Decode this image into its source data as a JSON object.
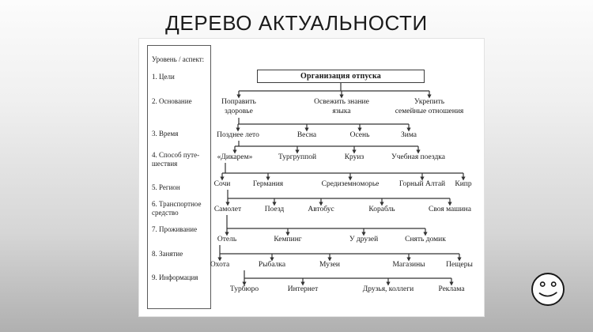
{
  "title": "ДЕРЕВО АКТУАЛЬНОСТИ",
  "sidebar": {
    "header": "Уровень / аспект:",
    "items": [
      "1. Цели",
      "2. Основание",
      "3. Время",
      "4. Способ путе-\nшествия",
      "5. Регион",
      "6. Транспортное\nсредство",
      "7. Проживание",
      "8. Занятие",
      "9. Информация"
    ]
  },
  "tree": {
    "root": "Организация отпуска",
    "levels": [
      {
        "aspect": "Основание",
        "nodes": [
          "Поправить\nздоровье",
          "Освежить знание\nязыка",
          "Укрепить\nсемейные отношения"
        ]
      },
      {
        "aspect": "Время",
        "nodes": [
          "Позднее лето",
          "Весна",
          "Осень",
          "Зима"
        ]
      },
      {
        "aspect": "Способ путешествия",
        "nodes": [
          "«Дикарем»",
          "Тургруппой",
          "Круиз",
          "Учебная поездка"
        ]
      },
      {
        "aspect": "Регион",
        "nodes": [
          "Сочи",
          "Германия",
          "Средиземноморье",
          "Горный Алтай",
          "Кипр"
        ]
      },
      {
        "aspect": "Транспортное средство",
        "nodes": [
          "Самолет",
          "Поезд",
          "Автобус",
          "Корабль",
          "Своя машина"
        ]
      },
      {
        "aspect": "Проживание",
        "nodes": [
          "Отель",
          "Кемпинг",
          "У друзей",
          "Снять домик"
        ]
      },
      {
        "aspect": "Занятие",
        "nodes": [
          "Охота",
          "Рыбалка",
          "Музеи",
          "Магазины",
          "Пещеры"
        ]
      },
      {
        "aspect": "Информация",
        "nodes": [
          "Турбюро",
          "Интернет",
          "Друзья, коллеги",
          "Реклама"
        ]
      }
    ]
  },
  "icons": {
    "smiley": "smiley-face-icon"
  },
  "colors": {
    "background_top": "#fcfcfc",
    "background_bottom": "#b0b0b0",
    "panel": "#ffffff",
    "line": "#333333",
    "text": "#1a1a1a"
  }
}
